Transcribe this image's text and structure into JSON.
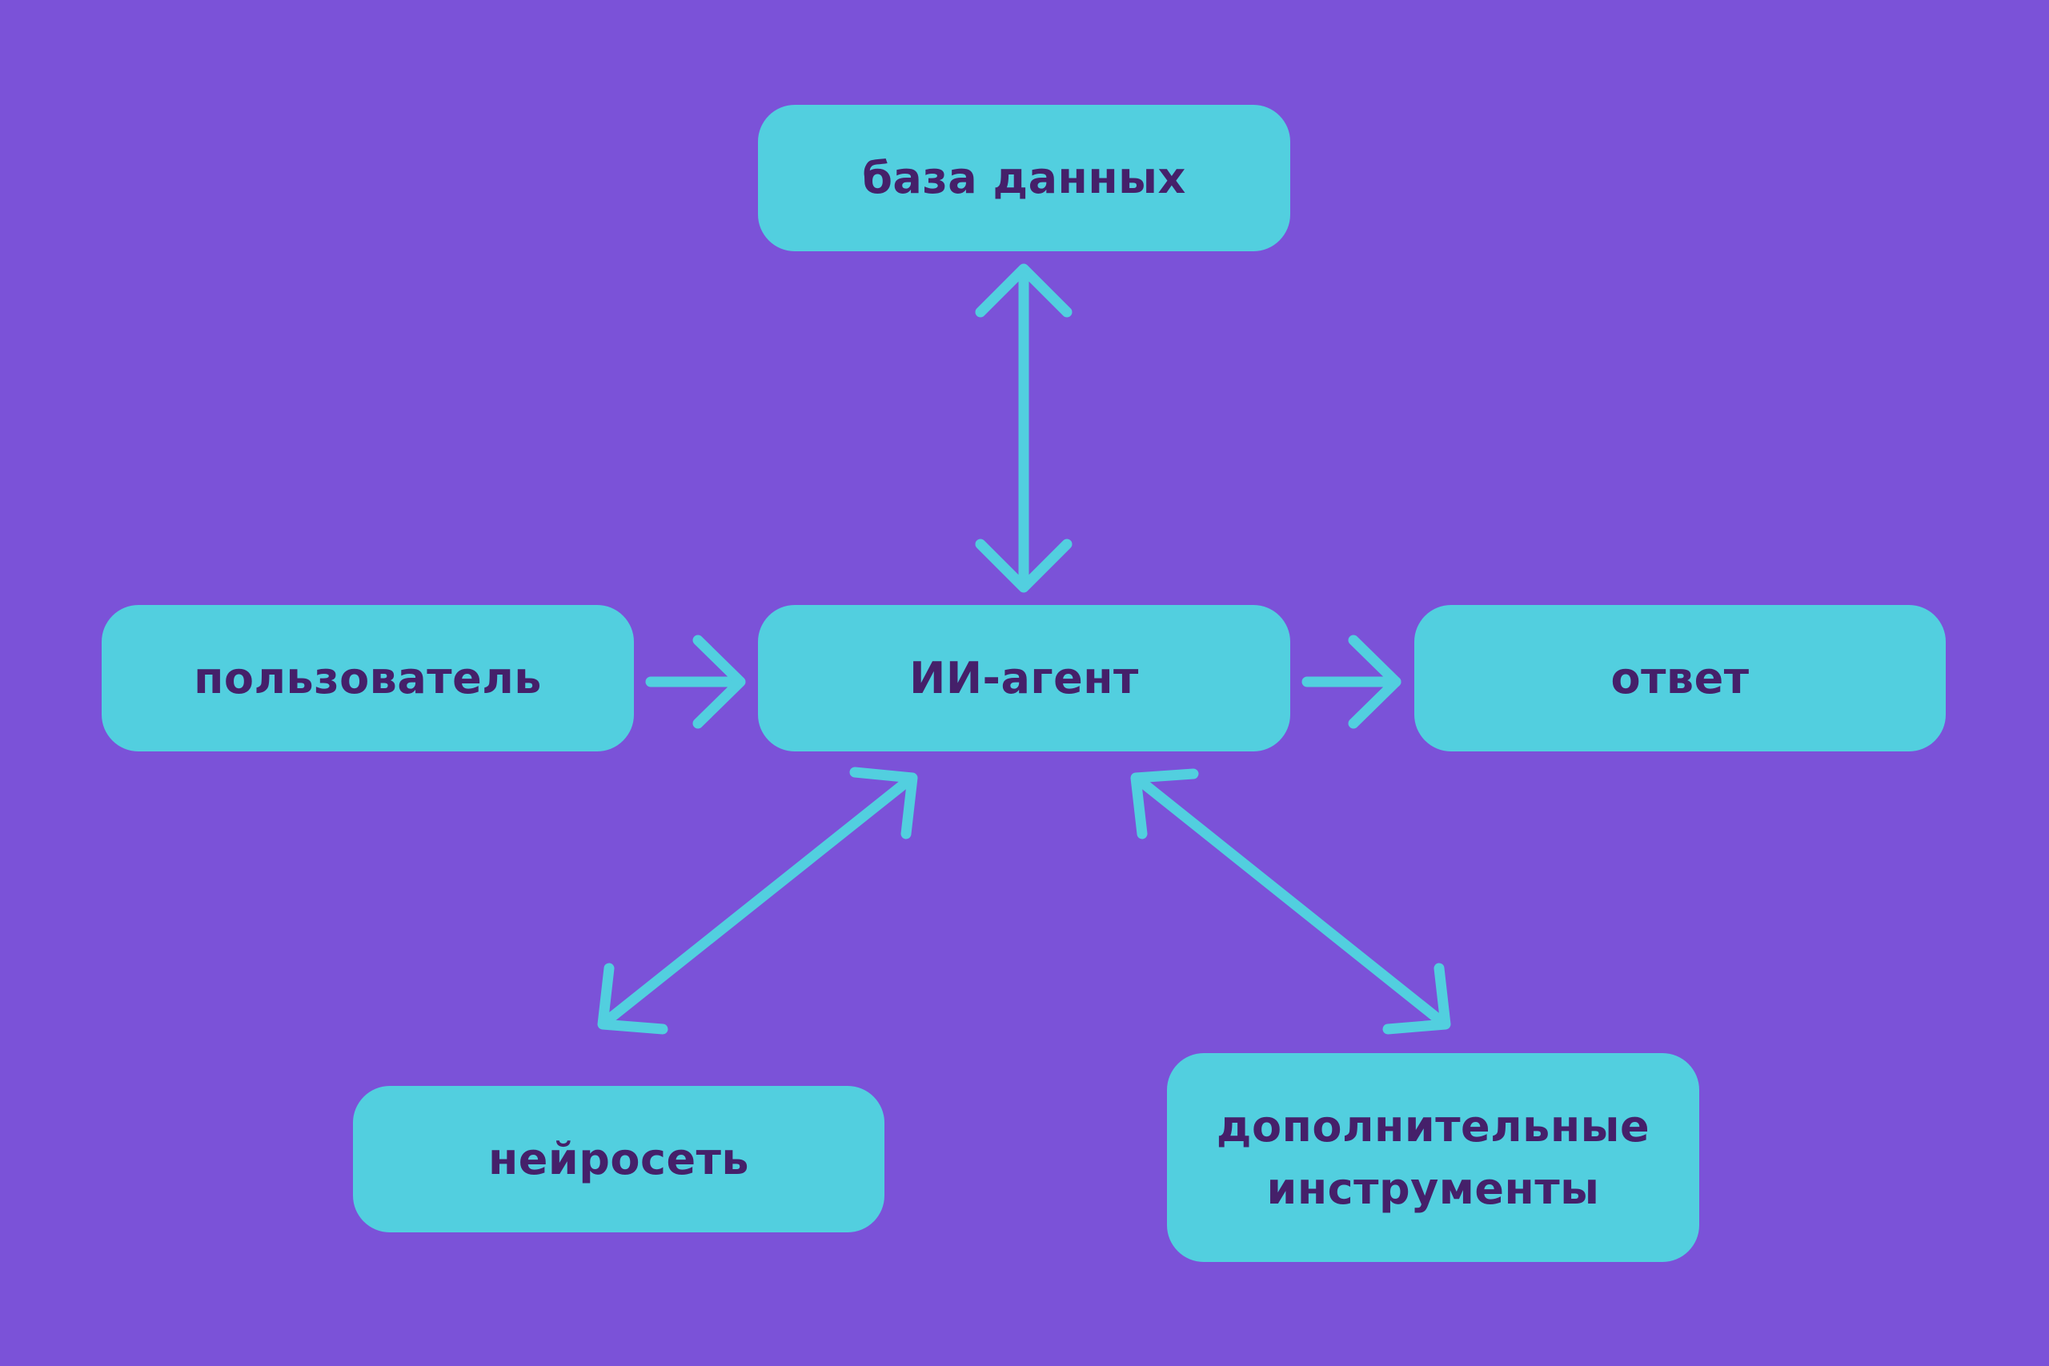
{
  "diagram": {
    "nodes": {
      "database": "база данных",
      "user": "пользователь",
      "agent": "ИИ-агент",
      "answer": "ответ",
      "neural_network": "нейросеть",
      "tools_line1": "дополнительные",
      "tools_line2": "инструменты"
    },
    "edges": [
      {
        "from": "agent",
        "to": "database",
        "direction": "both"
      },
      {
        "from": "user",
        "to": "agent",
        "direction": "forward"
      },
      {
        "from": "agent",
        "to": "answer",
        "direction": "forward"
      },
      {
        "from": "agent",
        "to": "neural_network",
        "direction": "both"
      },
      {
        "from": "agent",
        "to": "tools",
        "direction": "both"
      }
    ],
    "colors": {
      "background": "#7B52D8",
      "node": "#52CFDF",
      "text": "#45206A",
      "arrow": "#52CFDF"
    }
  }
}
